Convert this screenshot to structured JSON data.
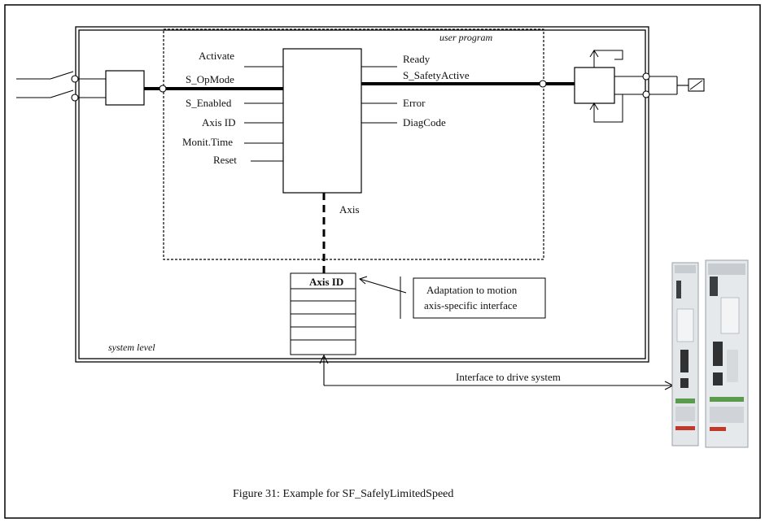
{
  "diagram": {
    "user_program_label": "user program",
    "system_level_label": "system   level",
    "inputs": [
      "Activate",
      "S_OpMode",
      "S_Enabled",
      "Axis ID",
      "Monit.Time",
      "Reset"
    ],
    "outputs": [
      "Ready",
      "S_SafetyActive",
      "Error",
      "DiagCode"
    ],
    "axis_label": "Axis",
    "table_header": "Axis ID",
    "callout_lines": [
      "Adaptation to motion",
      "axis-specific interface"
    ],
    "interface_label": "Interface to drive system",
    "caption": "Figure 31: Example for SF_SafelyLimitedSpeed"
  }
}
